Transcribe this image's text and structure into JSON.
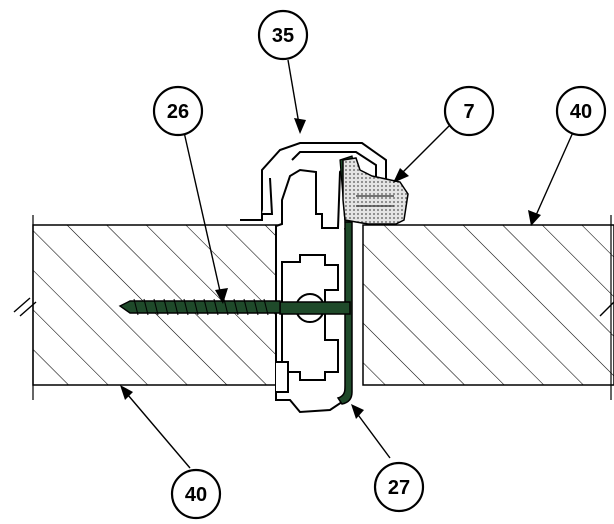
{
  "callouts": {
    "c35": "35",
    "c26": "26",
    "c7": "7",
    "c40_top": "40",
    "c40_bottom": "40",
    "c27": "27"
  },
  "colors": {
    "line": "#000000",
    "profile_green": "#1f4a2a",
    "gasket_fill": "#d6d6d6",
    "background": "#ffffff"
  },
  "icons": {
    "break_mark": "double-slash-break"
  }
}
